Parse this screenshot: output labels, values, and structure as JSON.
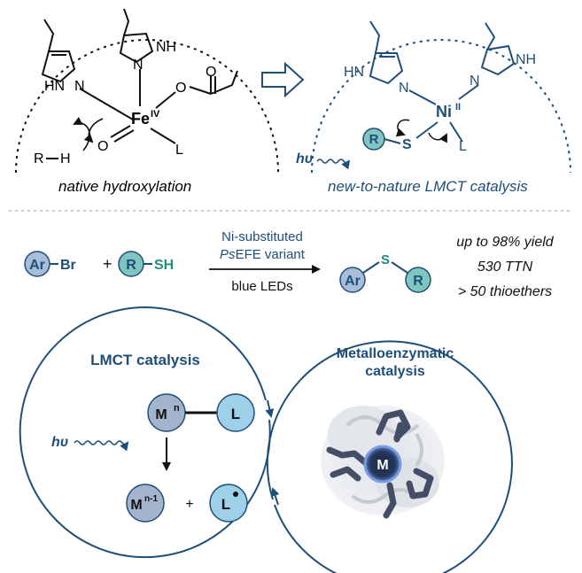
{
  "top_left": {
    "caption": "native hydroxylation",
    "metal": "Fe",
    "metal_ox": "IV",
    "substrate_r": "R",
    "substrate_h": "H",
    "ligand_l": "L",
    "atom_o": "O",
    "imid_n1": "N",
    "imid_nh1": "HN",
    "imid_n2": "N",
    "imid_nh2": "NH"
  },
  "top_right": {
    "caption": "new-to-nature LMCT catalysis",
    "metal": "Ni",
    "metal_ox": "II",
    "thiol_r": "R",
    "sulfur": "S",
    "ligand_l": "L",
    "light": "hυ",
    "imid_nh1": "HN",
    "imid_n1": "N",
    "imid_n2": "N",
    "imid_nh2": "NH"
  },
  "reaction": {
    "reagent1_ar": "Ar",
    "reagent1_br": "Br",
    "plus": "+",
    "reagent2_r": "R",
    "reagent2_sh": "SH",
    "catalyst_line1": "Ni-substituted",
    "catalyst_line2_italic": "Ps",
    "catalyst_line2_rest": "EFE variant",
    "conditions": "blue LEDs",
    "product_ar": "Ar",
    "product_s": "S",
    "product_r": "R",
    "result_yield": "up to 98% yield",
    "result_ttn": "530 TTN",
    "result_scope": "> 50 thioethers"
  },
  "cycle_left": {
    "title": "LMCT catalysis",
    "metal": "M",
    "metal_sup": "n",
    "ligand": "L",
    "light": "hυ",
    "metal_reduced": "M",
    "metal_reduced_sup": "n-1",
    "plus": "+",
    "radical": "L"
  },
  "cycle_right": {
    "title_line1": "Metalloenzymatic",
    "title_line2": "catalysis",
    "center_metal": "M"
  },
  "colors": {
    "navy": "#1f4e79",
    "teal": "#7fc6c0",
    "ar_blue": "#a8bdd8",
    "metal_grey": "#a3b4cc",
    "ligand_blue": "#9fd0ea"
  }
}
